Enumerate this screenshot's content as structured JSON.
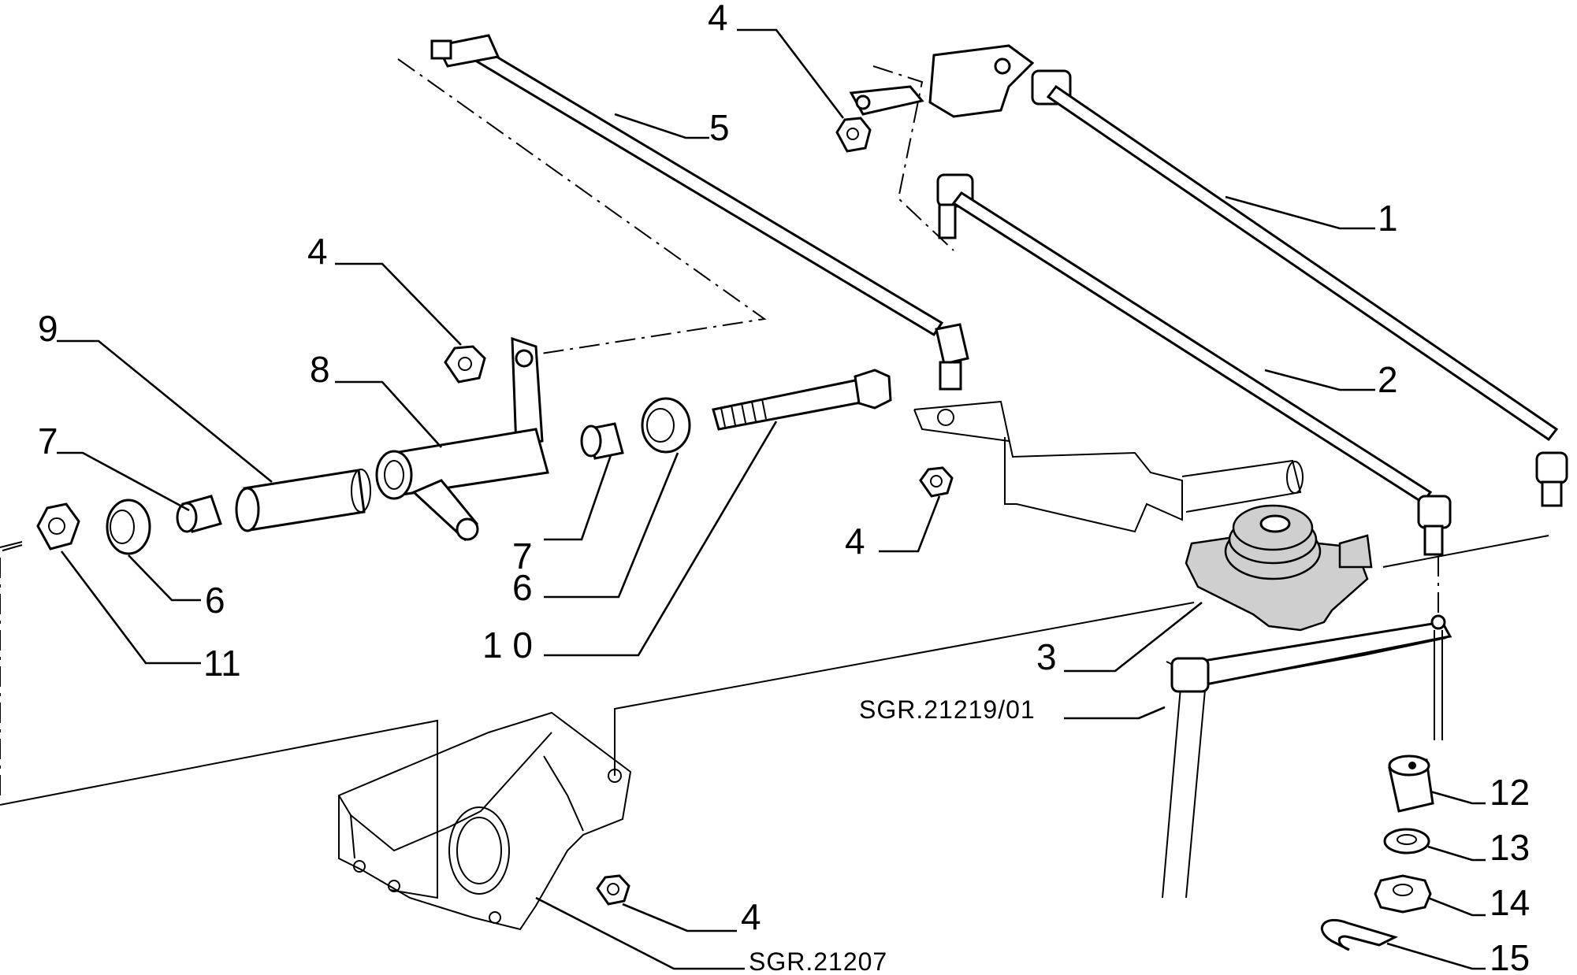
{
  "callouts": {
    "c1": "1",
    "c2": "2",
    "c3": "3",
    "c4_top": "4",
    "c4_left": "4",
    "c4_mid": "4",
    "c4_bottom": "4",
    "c5": "5",
    "c6_left": "6",
    "c6_mid": "6",
    "c7_left": "7",
    "c7_mid": "7",
    "c8": "8",
    "c9": "9",
    "c10": "1 0",
    "c11": "11",
    "c12": "12",
    "c13": "13",
    "c14": "14",
    "c15": "15"
  },
  "references": {
    "ref_a": "SGR.21219/01",
    "ref_b": "SGR.21207"
  }
}
